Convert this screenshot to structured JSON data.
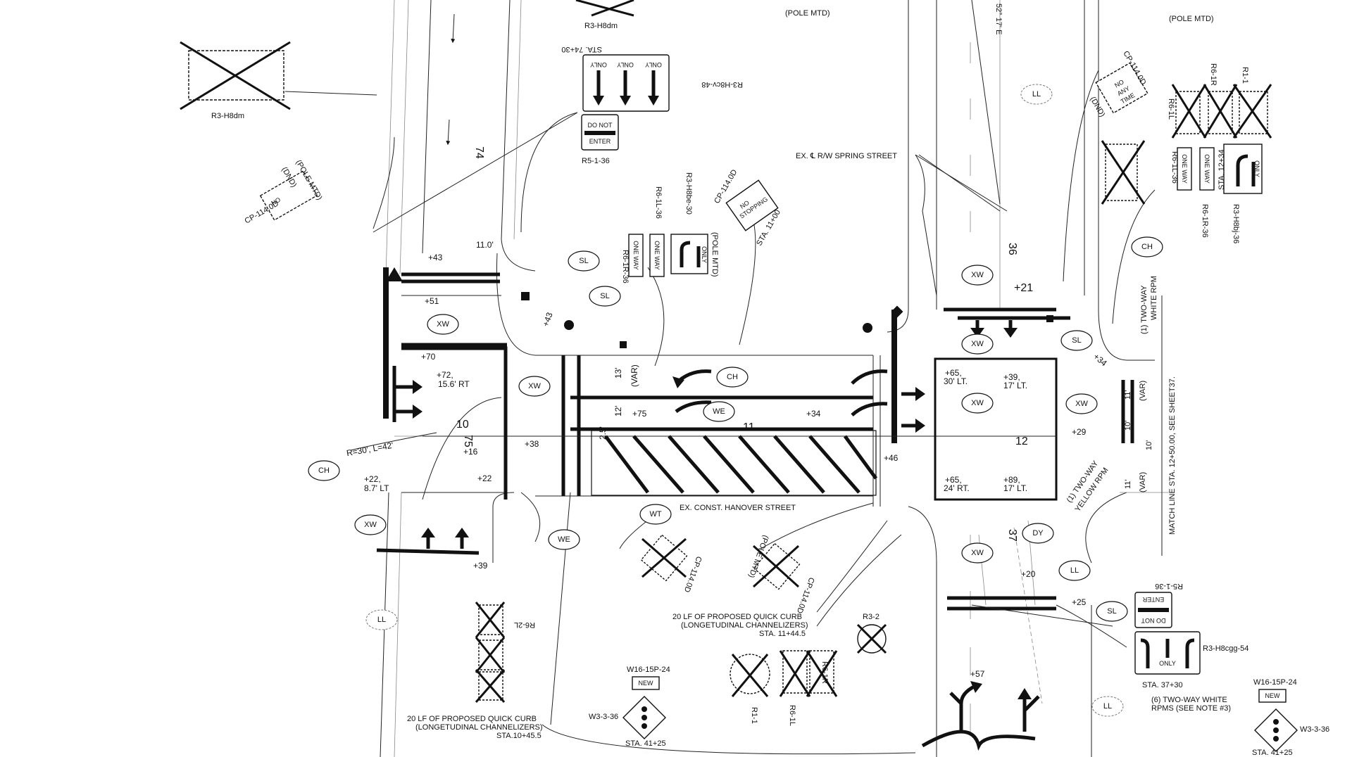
{
  "streets": {
    "spring": "EX. ℄ R/W SPRING STREET",
    "hanover": "EX. CONST. HANOVER STREET"
  },
  "match_line": "MATCH LINE STA. 12+50.00, SEE SHEET37.",
  "bearing_top": "52° 17' E",
  "sign_codes": {
    "r3_h8dm": "R3-H8dm",
    "r3_h8dm_top": "R3-H8dm",
    "r3_h8cv": "R3-H8cv-48",
    "r5_1_36": "R5-1-36",
    "r5_1_36_right": "R5-1-36",
    "r6_1l_36": "R6-1L-36",
    "r6_1r_36": "R6-1R-36",
    "r3_h8be_30": "R3-H8be-30",
    "cp_114_0d": "CP-114.0D",
    "cp_114_0d_left": "CP-114.0D",
    "cp_114_0d_right": "CP-114.0D",
    "r6_1r_top": "R6-1R",
    "r1_1_top": "R1-1",
    "r6_1l_top": "R6-1L",
    "r6_1l_36_right": "R6-1L-36",
    "r6_1r_36_right": "R6-1R-36",
    "r3_h8bj_36": "R3-H8bj-36",
    "r6_2l": "R6-2L",
    "r3_2": "R3-2",
    "r1_1_bottom": "R1-1",
    "r6_1l_bottom": "R6-1L",
    "r6_1r_bottom": "R6-1R",
    "w16_15p_24": "W16-15P-24",
    "w16_15p_24_right": "W16-15P-24",
    "w3_3_36": "W3-3-36",
    "w3_3_36_right": "W3-3-36",
    "r3_h8cgg_54": "R3-H8cgg-54"
  },
  "stations": {
    "sta_74_30": "STA. 74+30",
    "sta_11_00": "STA. 11+00",
    "sta_12_34": "STA. 12+34",
    "sta_37_30": "STA. 37+30",
    "sta_41_25_left": "STA. 41+25",
    "sta_41_25_right": "STA. 41+25"
  },
  "pole_mtd": {
    "top_center": "(POLE MTD)",
    "top_right": "(POLE MTD)",
    "left": "(POLE MTD)",
    "center": "(POLE MTD)",
    "bottom": "(POLE MTD)"
  },
  "dnd": {
    "left": "(DND)",
    "right": "(DND)"
  },
  "sign_text": {
    "do_not": "DO NOT",
    "enter": "ENTER",
    "only": "ONLY",
    "one_way": "ONE WAY",
    "no_stopping": "NO",
    "stopping": "STOPPING",
    "any": "ANY",
    "time": "TIME",
    "new": "NEW",
    "new_right": "NEW"
  },
  "notes": {
    "curb_left_1": "20 LF OF PROPOSED QUICK CURB",
    "curb_left_2": "(LONGETUDINAL CHANNELIZERS)",
    "curb_left_3": "STA.10+45.5",
    "curb_center_1": "20 LF OF PROPOSED QUICK CURB",
    "curb_center_2": "(LONGETUDINAL CHANNELIZERS)",
    "curb_center_3": "STA. 11+44.5",
    "rpm_white_1": "(6) TWO-WAY WHITE",
    "rpm_white_2": "RPMS (SEE NOTE #3)",
    "rpm_yellow_1": "(1) TWO-WAY",
    "rpm_yellow_2": "YELLOW RPM",
    "rpm_white_right_1": "(1) TWO-WAY",
    "rpm_white_right_2": "WHITE RPM"
  },
  "offsets": {
    "p43": "+43",
    "p51": "+51",
    "p70": "+70",
    "p72": "+72,",
    "p72b": "15.6' RT",
    "p16": "+16",
    "p22a": "+22,",
    "p22b": "8.7' LT",
    "p22c": "+22",
    "p38": "+38",
    "p39": "+39",
    "p75": "+75",
    "p34": "+34",
    "p46": "+46",
    "p65a": "+65,",
    "p65a2": "30' LT.",
    "p39b": "+39,",
    "p39b2": "17' LT.",
    "p65b": "+65,",
    "p65b2": "24' RT.",
    "p89": "+89,",
    "p89b": "17' LT.",
    "p21": "+21",
    "p29": "+29",
    "p34b": "+34",
    "p20": "+20",
    "p25": "+25",
    "p57": "+57",
    "p43b": "+43",
    "dim_11": "11.0'",
    "dim_13": "13'",
    "dim_var": "(VAR)",
    "dim_12": "12'",
    "dim_25": "2.5'",
    "dim_11r": "11'",
    "dim_10r": "10'",
    "dim_10r2": "10'",
    "dim_11r2": "11'",
    "dim_var_r": "(VAR)",
    "dim_var_r2": "(VAR)",
    "radius": "R=30', L=42'"
  },
  "station_ticks": {
    "s74": "74",
    "s75": "75",
    "s10": "10",
    "s11": "11",
    "s12": "12",
    "s36": "36",
    "s37": "37"
  },
  "bubbles": {
    "sl1": "SL",
    "sl2": "SL",
    "sl3": "SL",
    "sl4": "SL",
    "xw1": "XW",
    "xw2": "XW",
    "xw3": "XW",
    "xw4": "XW",
    "xw5": "XW",
    "xw6": "XW",
    "xw7": "XW",
    "xw8": "XW",
    "ch1": "CH",
    "ch2": "CH",
    "ch3": "CH",
    "we1": "WE",
    "we2": "WE",
    "wt1": "WT",
    "dy1": "DY",
    "ll1": "LL",
    "ll2": "LL",
    "ll3": "LL",
    "ll4": "LL"
  }
}
